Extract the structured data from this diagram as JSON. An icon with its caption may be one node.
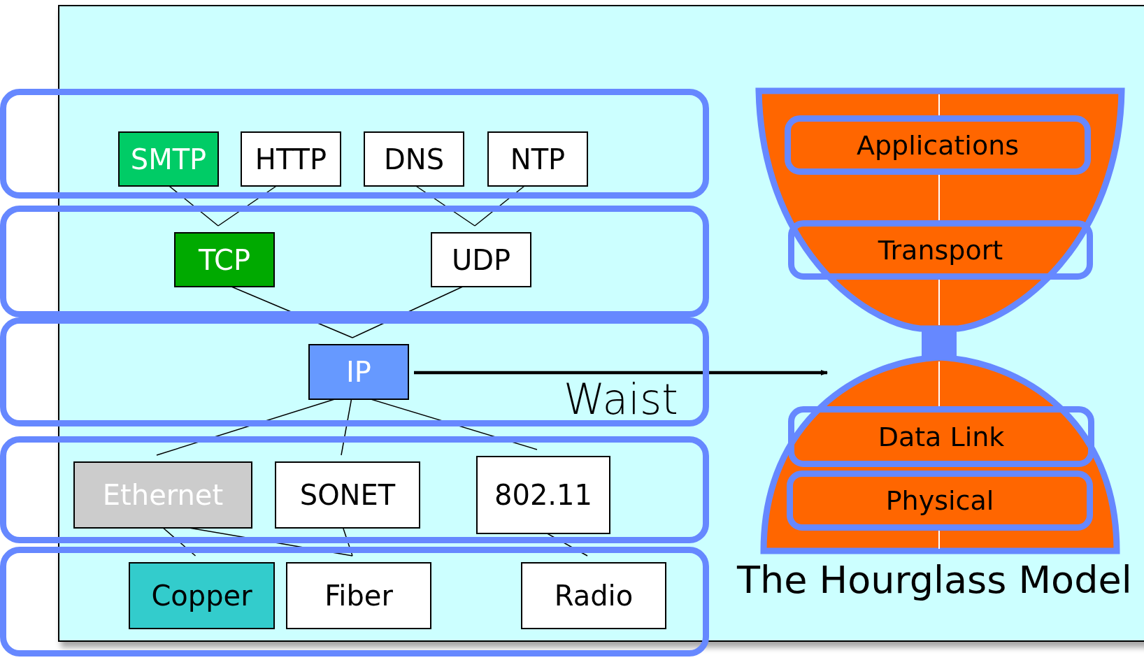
{
  "diagram": {
    "caption": "The Hourglass Model",
    "nodes": [
      {
        "text": [],
        "shape": "box"
      },
      {
        "text": [
          "SMTP"
        ],
        "in": 0
      },
      {
        "text": [
          "HTTP"
        ],
        "in": 0
      },
      {
        "text": [
          "DNS"
        ],
        "in": 0
      },
      {
        "text": [
          "NTP"
        ],
        "in": 0
      },
      {
        "text": [],
        "shape": "box"
      },
      {
        "text": [
          "TCP"
        ],
        "in": 5
      },
      {
        "text": [
          "UDP"
        ],
        "in": 5
      },
      {
        "text": [],
        "shape": "box"
      },
      {
        "text": [
          "IP"
        ],
        "in": 8
      },
      {
        "text": [],
        "shape": "box"
      },
      {
        "text": [
          "Ethernet"
        ],
        "in": 10
      },
      {
        "text": [
          "SONET"
        ],
        "in": 10
      },
      {
        "text": [
          "802.11"
        ],
        "in": 10
      },
      {
        "text": [],
        "shape": "box"
      },
      {
        "text": [
          "Copper"
        ],
        "in": 14
      },
      {
        "text": [
          "Fiber"
        ],
        "in": 14
      },
      {
        "text": [
          "Radio"
        ],
        "in": 14
      },
      {
        "text": [],
        "shape": "hourglass"
      },
      {
        "text": [
          "Applications"
        ],
        "in": 18
      },
      {
        "text": [
          "Transport"
        ],
        "in": 18
      },
      {
        "text": [
          "Data Link"
        ]
      },
      {
        "text": [
          "Physical"
        ]
      }
    ],
    "edges": [
      {
        "from": 1,
        "to": 6,
        "arrow": "none"
      },
      {
        "from": 2,
        "to": 6,
        "arrow": "none"
      },
      {
        "from": 3,
        "to": 7,
        "arrow": "none"
      },
      {
        "from": 4,
        "to": 7,
        "arrow": "none"
      },
      {
        "from": 6,
        "to": 9,
        "arrow": "none"
      },
      {
        "from": 7,
        "to": 9,
        "arrow": "none"
      },
      {
        "from": 9,
        "to": 11,
        "arrow": "none"
      },
      {
        "from": 9,
        "to": 12,
        "arrow": "none"
      },
      {
        "from": 9,
        "to": 13,
        "arrow": "none"
      },
      {
        "from": 11,
        "to": 15,
        "arrow": "none"
      },
      {
        "from": 11,
        "to": 16,
        "arrow": "none"
      },
      {
        "from": 12,
        "to": 16,
        "arrow": "none"
      },
      {
        "from": 13,
        "to": 17,
        "arrow": "none"
      },
      {
        "from": 9,
        "to": 18,
        "arrow": "to",
        "style": "thick"
      }
    ],
    "labels": [
      "Waist"
    ]
  }
}
